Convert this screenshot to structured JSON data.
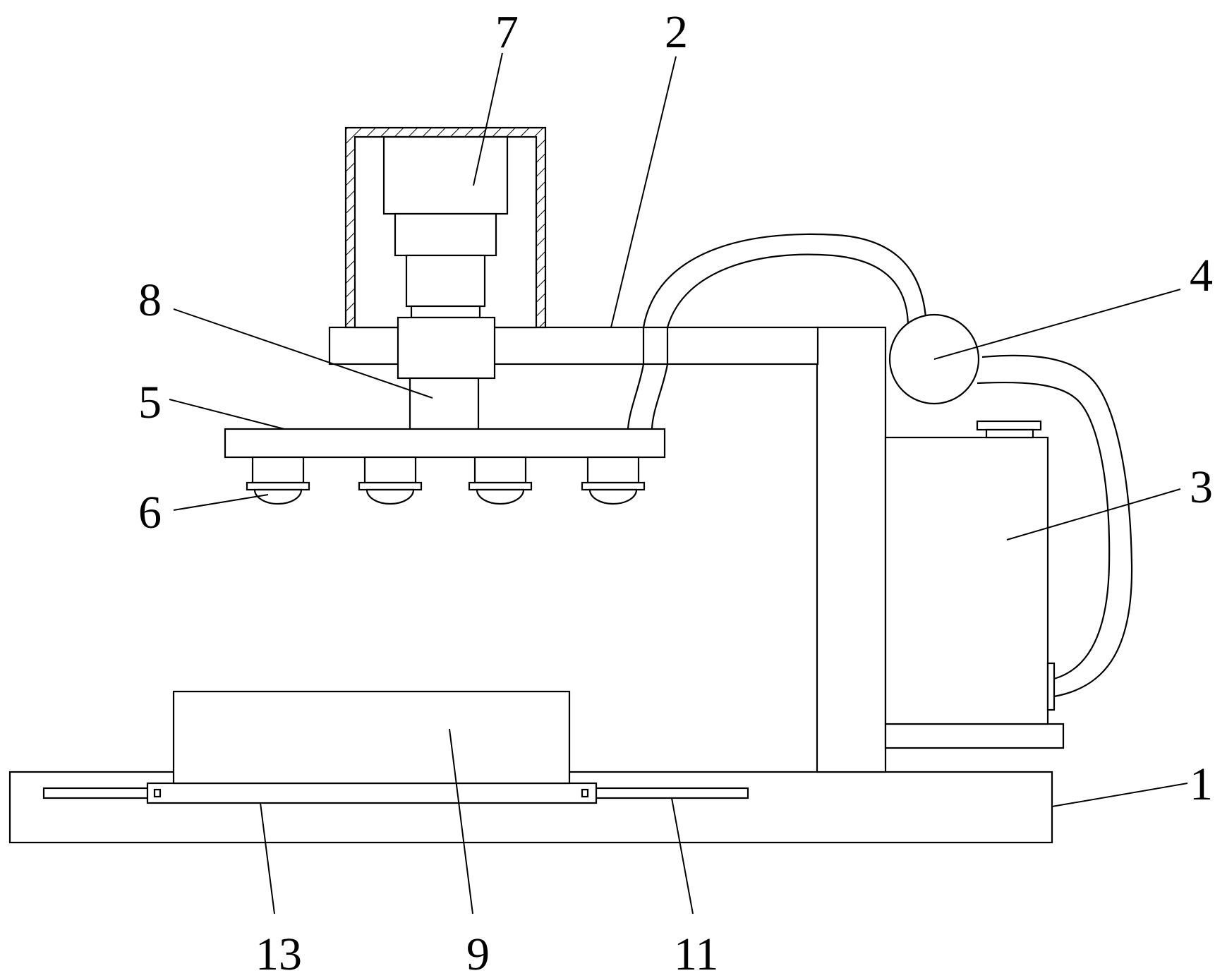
{
  "diagram": {
    "labels": {
      "l1": "1",
      "l2": "2",
      "l3": "3",
      "l4": "4",
      "l5": "5",
      "l6": "6",
      "l7": "7",
      "l8": "8",
      "l9": "9",
      "l11": "11",
      "l13": "13"
    },
    "colors": {
      "stroke": "#000000",
      "background": "#ffffff"
    }
  }
}
